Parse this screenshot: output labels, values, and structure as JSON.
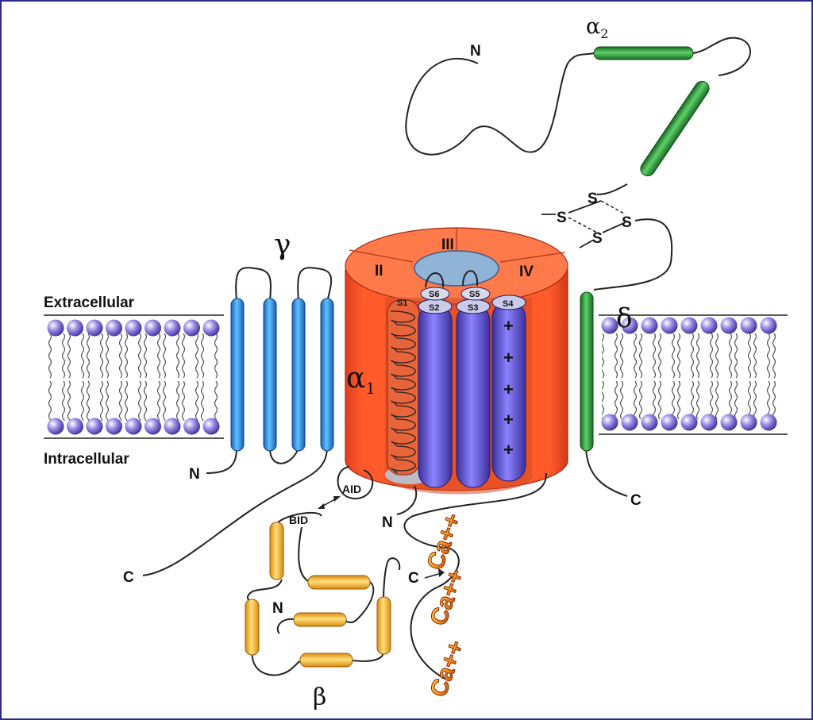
{
  "labels": {
    "extracellular": "Extracellular",
    "intracellular": "Intracellular",
    "alpha2_base": "α",
    "alpha2_sub": "2",
    "alpha1_base": "α",
    "alpha1_sub": "1",
    "gamma": "γ",
    "delta": "δ",
    "beta": "β",
    "domain_II": "II",
    "domain_III": "III",
    "domain_IV": "IV",
    "seg_S1": "S1",
    "seg_S2": "S2",
    "seg_S3": "S3",
    "seg_S4": "S4",
    "seg_S5": "S5",
    "seg_S6": "S6",
    "aid": "AID",
    "bid": "BID",
    "sulfur": "S",
    "plus": "+",
    "n_term": "N",
    "c_term": "C",
    "calcium": "Ca++"
  },
  "colors": {
    "frame": "#2b2b8c",
    "membrane_head": "#8878d8",
    "gamma_helix": "#3aa2e6",
    "alpha2_delta": "#2e9a3a",
    "alpha1_outer": "#f05a30",
    "alpha1_inner": "#5b50c8",
    "beta_helix": "#f2b638",
    "calcium": "#e8801c"
  }
}
